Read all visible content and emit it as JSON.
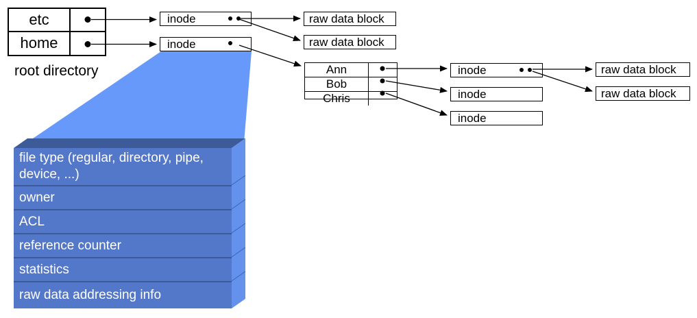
{
  "labels": {
    "etc": "etc",
    "home": "home",
    "root_directory": "root directory",
    "inode": "inode",
    "raw_data_block": "raw data block",
    "ann": "Ann",
    "bob": "Bob",
    "chris": "Chris"
  },
  "inode_fields": [
    "file type (regular, directory, pipe, device, ...)",
    "owner",
    "ACL",
    "reference counter",
    "statistics",
    "raw data addressing info"
  ],
  "colors": {
    "funnel": "#6699F9",
    "block_front": "#5377C9",
    "block_top": "#3D5A99",
    "block_side": "#6391EC",
    "block_separator": "#3C5998",
    "line": "#000000",
    "text_on_block": "#FFFFFF"
  }
}
